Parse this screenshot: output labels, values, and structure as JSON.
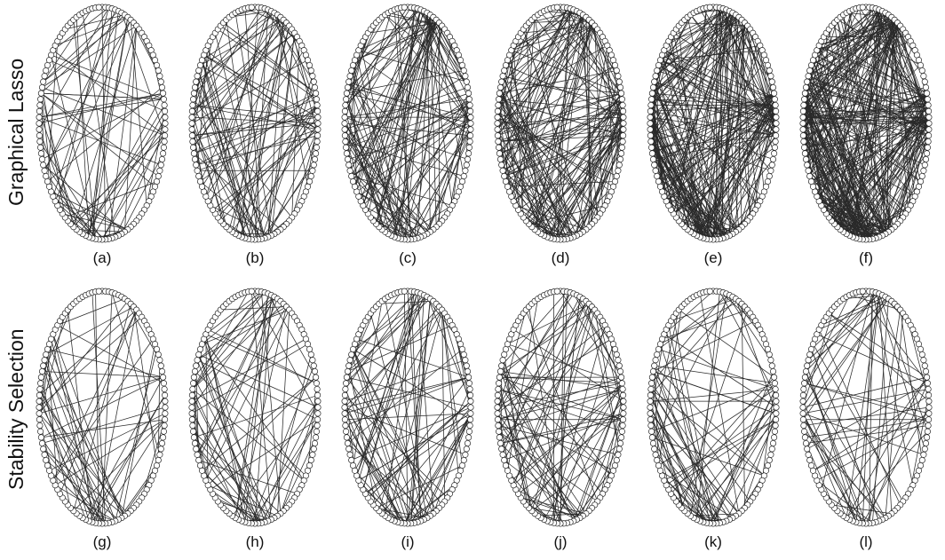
{
  "rows": [
    {
      "label": "Graphical Lasso",
      "panels": [
        {
          "caption": "(a)",
          "edge_count": 95
        },
        {
          "caption": "(b)",
          "edge_count": 130
        },
        {
          "caption": "(c)",
          "edge_count": 170
        },
        {
          "caption": "(d)",
          "edge_count": 230
        },
        {
          "caption": "(e)",
          "edge_count": 300
        },
        {
          "caption": "(f)",
          "edge_count": 380
        }
      ]
    },
    {
      "label": "Stability Selection",
      "panels": [
        {
          "caption": "(g)",
          "edge_count": 80
        },
        {
          "caption": "(h)",
          "edge_count": 95
        },
        {
          "caption": "(i)",
          "edge_count": 115
        },
        {
          "caption": "(j)",
          "edge_count": 115
        },
        {
          "caption": "(k)",
          "edge_count": 100
        },
        {
          "caption": "(l)",
          "edge_count": 80
        }
      ]
    }
  ],
  "node_count": 120,
  "colors": {
    "edge": "#2a2a2a",
    "node_stroke": "#222222",
    "node_fill": "#ffffff",
    "background": "#ffffff"
  }
}
